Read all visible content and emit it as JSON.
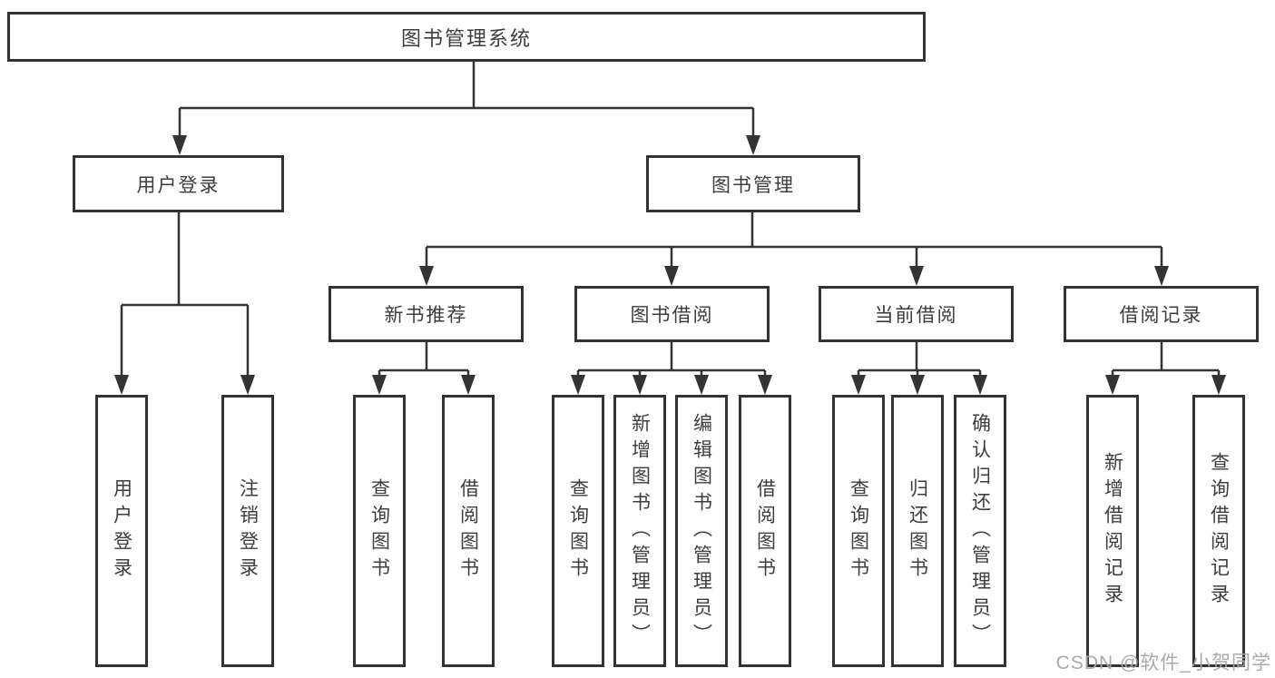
{
  "diagram": {
    "colors": {
      "line": "#333333",
      "box_border": "#333333",
      "text": "#3d3d3d",
      "background": "#ffffff",
      "watermark": "#a5a5a5"
    },
    "tree": {
      "root": {
        "label": "图书管理系统",
        "children": [
          {
            "label": "用户登录",
            "children": [
              {
                "label": "用户登录"
              },
              {
                "label": "注销登录"
              }
            ]
          },
          {
            "label": "图书管理",
            "children": [
              {
                "label": "新书推荐",
                "children": [
                  {
                    "label": "查询图书"
                  },
                  {
                    "label": "借阅图书"
                  }
                ]
              },
              {
                "label": "图书借阅",
                "children": [
                  {
                    "label": "查询图书"
                  },
                  {
                    "label": "新增图书（管理员）"
                  },
                  {
                    "label": "编辑图书（管理员）"
                  },
                  {
                    "label": "借阅图书"
                  }
                ]
              },
              {
                "label": "当前借阅",
                "children": [
                  {
                    "label": "查询图书"
                  },
                  {
                    "label": "归还图书"
                  },
                  {
                    "label": "确认归还（管理员）"
                  }
                ]
              },
              {
                "label": "借阅记录",
                "children": [
                  {
                    "label": "新增借阅记录"
                  },
                  {
                    "label": "查询借阅记录"
                  }
                ]
              }
            ]
          }
        ]
      }
    },
    "watermark": "CSDN @软件_小贺同学"
  }
}
